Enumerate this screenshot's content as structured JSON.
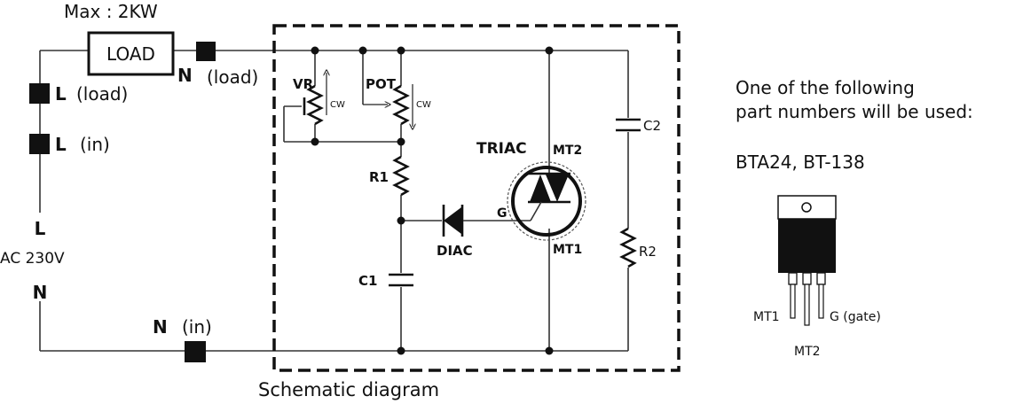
{
  "power_label": "Max : 2KW",
  "load_label": "LOAD",
  "terminals": {
    "n_load": {
      "letter": "N",
      "suffix": "(load)"
    },
    "l_load": {
      "letter": "L",
      "suffix": "(load)"
    },
    "l_in": {
      "letter": "L",
      "suffix": "(in)"
    },
    "n_in": {
      "letter": "N",
      "suffix": "(in)"
    }
  },
  "supply": {
    "l": "L",
    "voltage": "AC 230V",
    "n": "N"
  },
  "components": {
    "vr": "VR",
    "pot": "POT",
    "cw": "CW",
    "r1": "R1",
    "c1": "C1",
    "diac": "DIAC",
    "triac": "TRIAC",
    "mt2": "MT2",
    "mt1": "MT1",
    "gate": "G",
    "c2": "C2",
    "r2": "R2"
  },
  "caption": "Schematic diagram",
  "note": {
    "line1": "One of the following",
    "line2": "part numbers will be used:",
    "parts": "BTA24, BT-138"
  },
  "package_pins": {
    "mt1": "MT1",
    "mt2": "MT2",
    "gate": "G (gate)"
  }
}
